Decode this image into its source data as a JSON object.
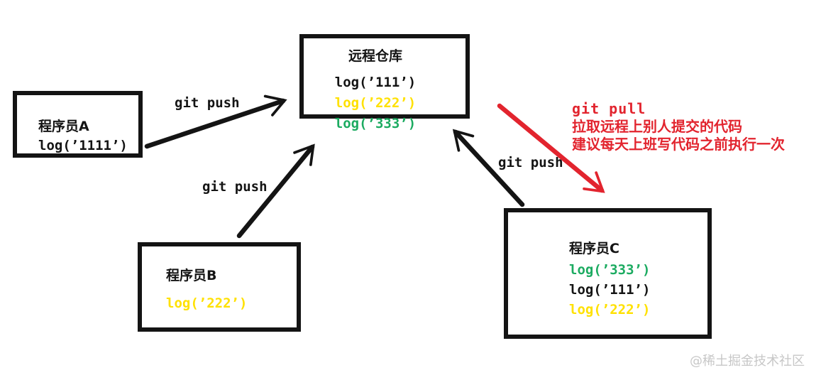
{
  "colors": {
    "ink_black": "#141414",
    "yellow": "#ffe100",
    "green": "#1cab61",
    "red": "#e2242e",
    "watermark_gray": "#c7c7c7"
  },
  "remote_repo": {
    "title": "远程仓库",
    "log1": "log(’111’)",
    "log2": "log(’222’)",
    "log3": "log(’333’)"
  },
  "programmer_a": {
    "title": "程序员A",
    "log1": "log(’1111’)"
  },
  "programmer_b": {
    "title": "程序员B",
    "log1": "log(’222’)"
  },
  "programmer_c": {
    "title": "程序员C",
    "log1": "log(’333’)",
    "log2": "log(’111’)",
    "log3": "log(’222’)"
  },
  "arrows": {
    "push_a_label": "git push",
    "push_b_label": "git push",
    "push_c_label": "git push",
    "pull_line1": "git pull",
    "pull_line2": "拉取远程上别人提交的代码",
    "pull_line3": "建议每天上班写代码之前执行一次"
  },
  "watermark": "@稀土掘金技术社区"
}
